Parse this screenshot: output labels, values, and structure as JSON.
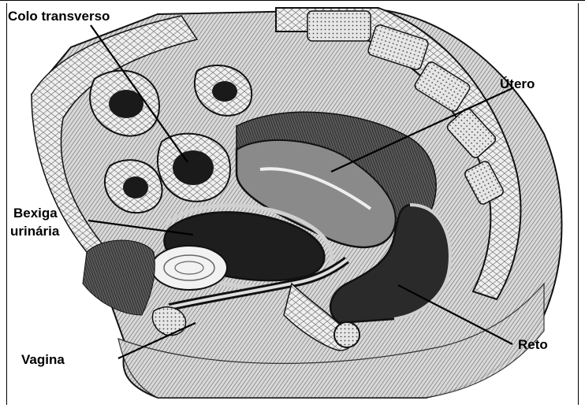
{
  "labels": {
    "colon": "Colo transverso",
    "uterus": "Útero",
    "bladder_line1": "Bexiga",
    "bladder_line2": "urinária",
    "vagina": "Vagina",
    "rectum": "Reto"
  },
  "colors": {
    "ink": "#000000",
    "paper": "#ffffff",
    "mid_gray": "#7a7a7a",
    "dark_gray": "#3a3a3a",
    "light_gray": "#bdbdbd"
  }
}
